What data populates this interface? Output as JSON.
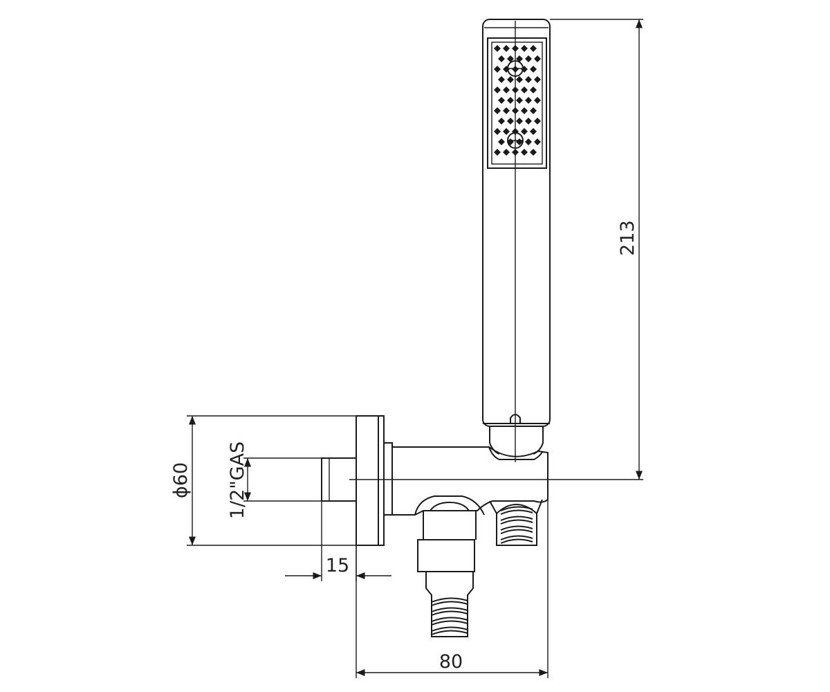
{
  "dimensions": {
    "height": "213",
    "width": "80",
    "depth": "15",
    "diameter": "ϕ60",
    "thread": "1/2\"GAS"
  },
  "colors": {
    "line": "#1a1a1a",
    "text": "#222222",
    "background": "#ffffff"
  }
}
